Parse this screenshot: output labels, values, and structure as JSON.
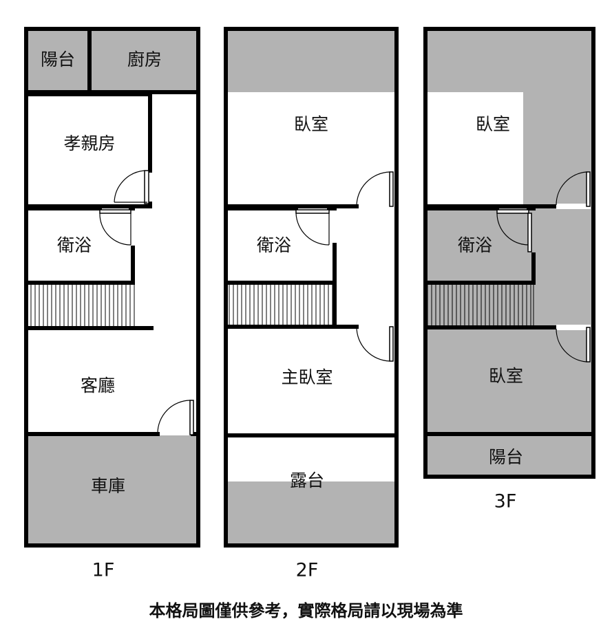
{
  "floors": {
    "f1": {
      "label": "1F",
      "rooms": {
        "balcony": "陽台",
        "kitchen": "廚房",
        "parents_room": "孝親房",
        "bathroom": "衛浴",
        "living_room": "客廳",
        "garage": "車庫"
      }
    },
    "f2": {
      "label": "2F",
      "rooms": {
        "bedroom": "臥室",
        "bathroom": "衛浴",
        "master_bedroom": "主臥室",
        "terrace": "露台"
      }
    },
    "f3": {
      "label": "3F",
      "rooms": {
        "bedroom_top": "臥室",
        "bathroom": "衛浴",
        "bedroom_bottom": "臥室",
        "balcony": "陽台"
      }
    }
  },
  "disclaimer": "本格局圖僅供參考，實際格局請以現場為準",
  "colors": {
    "shaded_area": "#b3b3b3",
    "walls": "#000000",
    "background": "#ffffff"
  }
}
